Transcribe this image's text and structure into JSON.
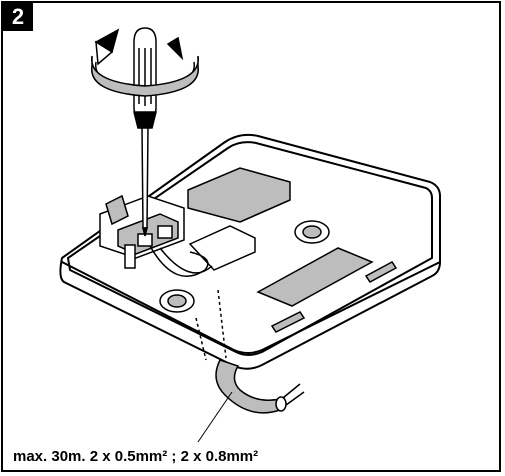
{
  "step": {
    "number": "2"
  },
  "caption": {
    "text": "max. 30m. 2 x 0.5mm² ; 2 x 0.8mm²"
  },
  "illustration": {
    "subject": "screwdriver tightening wire terminal in base plate",
    "icons": [
      "screwdriver-icon",
      "rotation-arrow-icon",
      "cable-icon"
    ]
  },
  "colors": {
    "ink": "#000000",
    "shade": "#bdbdbd",
    "background": "#ffffff"
  }
}
